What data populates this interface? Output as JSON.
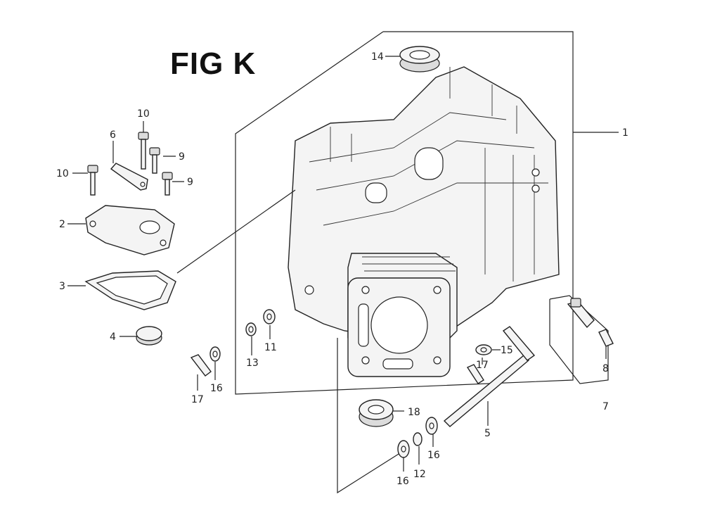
{
  "figure": {
    "title": "FIG K"
  },
  "callouts": [
    {
      "id": "1",
      "label": "1"
    },
    {
      "id": "2",
      "label": "2"
    },
    {
      "id": "3",
      "label": "3"
    },
    {
      "id": "4",
      "label": "4"
    },
    {
      "id": "5",
      "label": "5"
    },
    {
      "id": "6",
      "label": "6"
    },
    {
      "id": "7",
      "label": "7"
    },
    {
      "id": "8",
      "label": "8"
    },
    {
      "id": "9a",
      "label": "9"
    },
    {
      "id": "9b",
      "label": "9"
    },
    {
      "id": "10a",
      "label": "10"
    },
    {
      "id": "10b",
      "label": "10"
    },
    {
      "id": "11",
      "label": "11"
    },
    {
      "id": "12",
      "label": "12"
    },
    {
      "id": "13",
      "label": "13"
    },
    {
      "id": "14",
      "label": "14"
    },
    {
      "id": "15",
      "label": "15"
    },
    {
      "id": "16a",
      "label": "16"
    },
    {
      "id": "16b",
      "label": "16"
    },
    {
      "id": "16c",
      "label": "16"
    },
    {
      "id": "17a",
      "label": "17"
    },
    {
      "id": "17b",
      "label": "17"
    },
    {
      "id": "18",
      "label": "18"
    }
  ]
}
